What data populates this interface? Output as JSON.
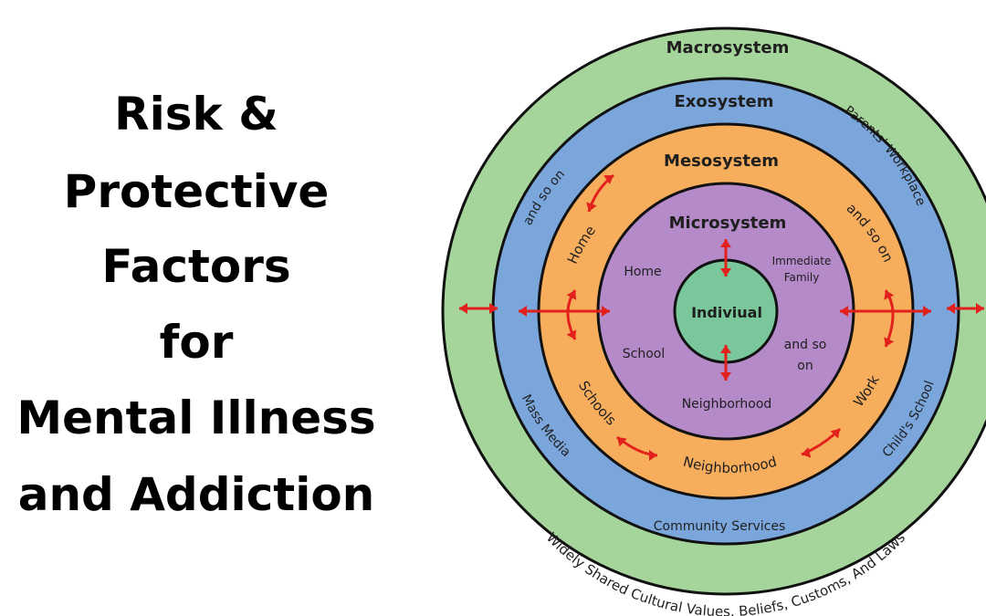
{
  "title_lines": [
    "Risk &",
    "Protective",
    "Factors",
    "for",
    "Mental Illness",
    "and Addiction"
  ],
  "diagram": {
    "rings": {
      "macrosystem": "Macrosystem",
      "exosystem": "Exosystem",
      "mesosystem": "Mesosystem",
      "microsystem": "Microsystem",
      "individual": "Indiviual"
    },
    "micro_labels": {
      "home": "Home",
      "immediate_family_1": "Immediate",
      "immediate_family_2": "Family",
      "school": "School",
      "and_so_on_1": "and so",
      "and_so_on_2": "on",
      "neighborhood": "Neighborhood"
    },
    "meso_labels": {
      "home": "Home",
      "and_so_on": "and so on",
      "schools": "Schools",
      "neighborhood": "Neighborhood",
      "work": "Work"
    },
    "exo_labels": {
      "and_so_on": "and so on",
      "parents_workplace": "Parents' Workplace",
      "mass_media": "Mass Media",
      "childs_school": "Child's School",
      "community_services": "Community Services"
    },
    "macro_labels": {
      "cultural_values": "Widely Shared Cultural Values, Beliefs, Customs, And Laws"
    },
    "colors": {
      "macro": "#a6d59b",
      "exo": "#7aa6dc",
      "meso": "#f6ad5c",
      "micro": "#b48ac8",
      "individual": "#79c79b",
      "arrow": "#e3211c",
      "outline": "#111111"
    }
  }
}
